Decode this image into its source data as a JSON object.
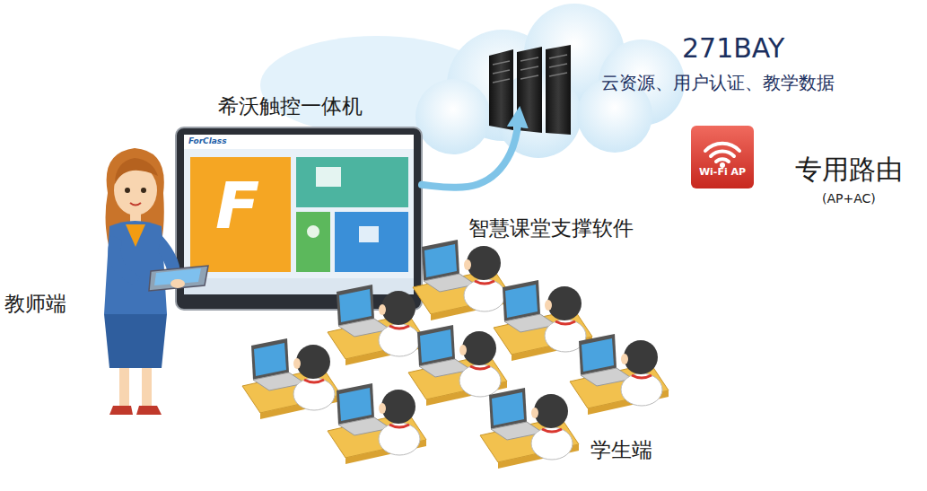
{
  "diagram": {
    "nodes": [
      {
        "text": [
          "271BAY",
          "云资源、用户认证、教学数据"
        ]
      },
      {
        "text": [
          "希沃触控一体机"
        ]
      },
      {
        "text": [
          "Wi-Fi AP",
          "专用路由",
          "(AP+AC)"
        ]
      },
      {
        "text": [
          "教师端"
        ]
      },
      {
        "text": [
          "学生端"
        ]
      }
    ],
    "edges": [
      {
        "from": 1,
        "to": 0,
        "arrow": "to",
        "label": "智慧课堂支撑软件"
      }
    ],
    "labels": [
      "ForClass",
      "F"
    ]
  }
}
